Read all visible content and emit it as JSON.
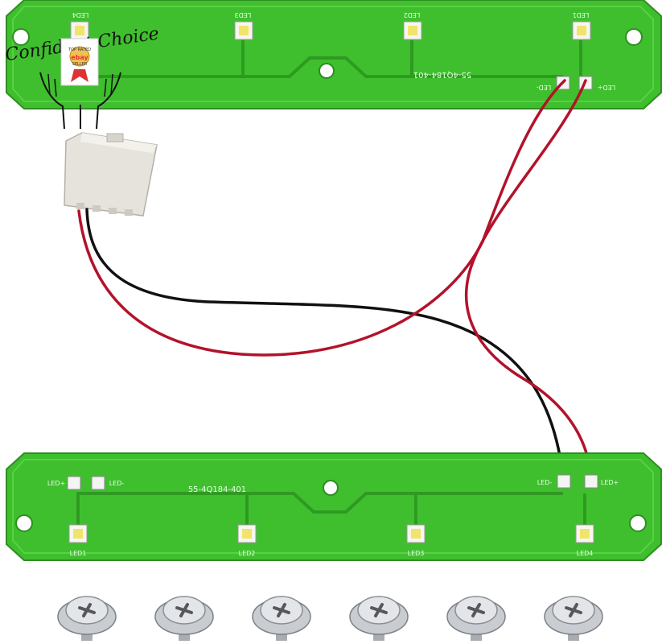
{
  "brand": {
    "name": "Confident Choice",
    "badge_lines": [
      "TOP RATED",
      "ebay",
      "SELLER"
    ]
  },
  "top_board": {
    "part_number": "55-4Q184-401",
    "led_labels": [
      "LED4",
      "LED3",
      "LED2",
      "LED1"
    ],
    "pad_labels": [
      "LED-",
      "LED+"
    ]
  },
  "bottom_board": {
    "part_number": "55-4Q184-401",
    "led_labels": [
      "LED1",
      "LED2",
      "LED3",
      "LED4"
    ],
    "pad_labels_left": [
      "LED+",
      "LED-"
    ],
    "pad_labels_right": [
      "LED-",
      "LED+"
    ]
  },
  "colors": {
    "pcb": "#3fbf2e",
    "pcb_dark": "#2f9a22",
    "wire_red": "#b3122b",
    "wire_black": "#111111",
    "connector": "#e6e3dc"
  },
  "screws": {
    "count": 6
  }
}
